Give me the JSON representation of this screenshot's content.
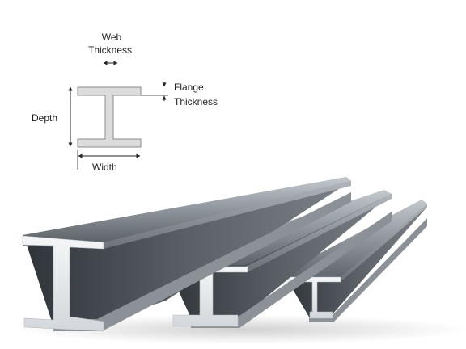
{
  "diagram": {
    "labels": {
      "web_line1": "Web",
      "web_line2": "Thickness",
      "flange_line1": "Flange",
      "flange_line2": "Thickness",
      "depth": "Depth",
      "width": "Width"
    }
  },
  "colors": {
    "section_fill": "#dcdcdc",
    "section_stroke": "#8a8a8a",
    "steel_light": "#e9ecef",
    "steel_mid": "#9aa0a6",
    "steel_dark": "#3e4348",
    "background": "#ffffff"
  }
}
